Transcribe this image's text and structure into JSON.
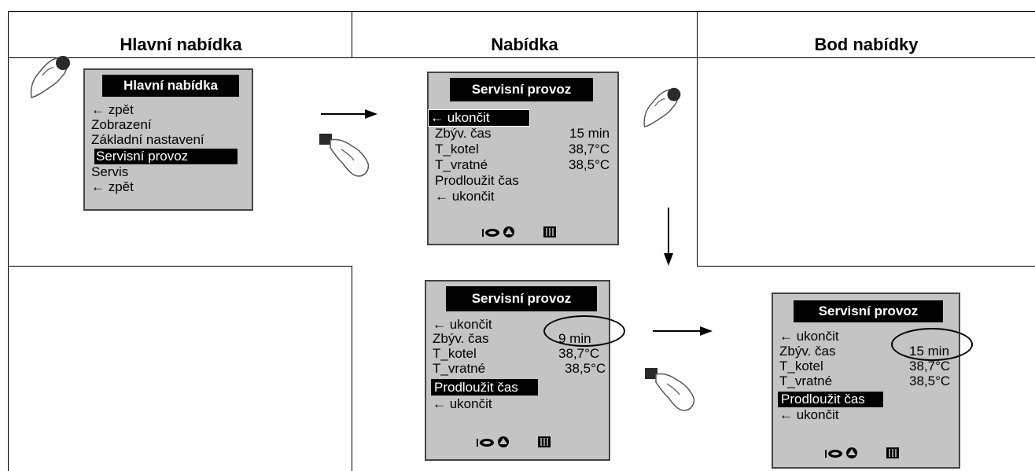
{
  "columns": [
    "Hlavní nabídka",
    "Nabídka",
    "Bod nabídky"
  ],
  "main_menu_screen": {
    "title": "Hlavní nabídka",
    "items": [
      "← zpět",
      "Zobrazení",
      "Základní nastavení",
      "Servisní provoz",
      "Servis",
      "← zpět"
    ],
    "selected": "Servisní provoz"
  },
  "service_screen": {
    "title": "Servisní provoz",
    "exit": "← ukončit",
    "remaining_label": "Zbýv. čas",
    "remaining_value": "15 min",
    "kotel_label": "T_kotel",
    "kotel_value": "38,7°C",
    "vratne_label": "T_vratné",
    "vratne_value": "38,5°C",
    "extend": "Prodloužit čas",
    "exit_bottom": "← ukončit"
  },
  "extend_screen": {
    "remaining_value": "9 min"
  },
  "result_screen": {
    "remaining_value": "15 min"
  },
  "icons": [
    "burner-icon",
    "pump-icon",
    "radiator-icon"
  ]
}
